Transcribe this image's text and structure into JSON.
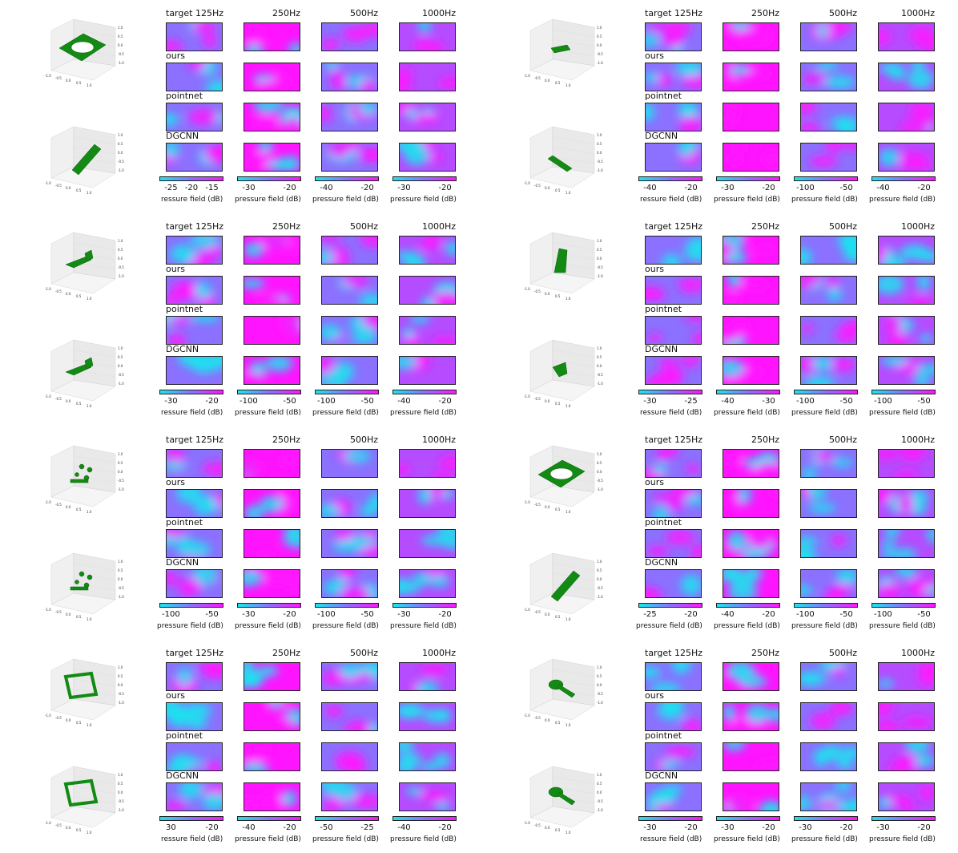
{
  "freq_headers": [
    "target 125Hz",
    "250Hz",
    "500Hz",
    "1000Hz"
  ],
  "row_labels": [
    "ours",
    "pointnet",
    "DGCNN"
  ],
  "colorbar_label": "pressure field (dB)",
  "colorbar_label_cut": "ressure field (dB)",
  "axis_ticks_z": [
    "1.0",
    "0.5",
    "0.0",
    "-0.5",
    "-1.0"
  ],
  "axis_ticks_x": [
    "-1.0",
    "-0.5",
    "0.0",
    "0.5",
    "1.0"
  ],
  "colors": {
    "cyan": "#19e6ee",
    "mid": "#8c70ff",
    "magenta": "#ff14ff",
    "shape": "#138a13"
  },
  "panels": [
    {
      "id": "p1",
      "shape": "plate_hole",
      "colorbars": [
        [
          "-25",
          "-20",
          "-15"
        ],
        [
          "-30",
          "-20"
        ],
        [
          "-40",
          "-20"
        ],
        [
          "-30",
          "-20"
        ]
      ],
      "cb_label_cut": true
    },
    {
      "id": "p2",
      "shape": "thin_plate",
      "colorbars": [
        [
          "-40",
          "-20"
        ],
        [
          "-30",
          "-20"
        ],
        [
          "-100",
          "-50"
        ],
        [
          "-40",
          "-20"
        ]
      ],
      "cb_label_cut": true
    },
    {
      "id": "p3",
      "shape": "bracket",
      "colorbars": [
        [
          "-30",
          "-20"
        ],
        [
          "-100",
          "-50"
        ],
        [
          "-100",
          "-50"
        ],
        [
          "-40",
          "-20"
        ]
      ],
      "cb_label_cut": true
    },
    {
      "id": "p4",
      "shape": "wedge",
      "colorbars": [
        [
          "-30",
          "-25"
        ],
        [
          "-40",
          "-30"
        ],
        [
          "-100",
          "-50"
        ],
        [
          "-100",
          "-50"
        ]
      ],
      "cb_label_cut": true
    },
    {
      "id": "p5",
      "shape": "scattered",
      "colorbars": [
        [
          "-100",
          "-50"
        ],
        [
          "-30",
          "-20"
        ],
        [
          "-100",
          "-50"
        ],
        [
          "-30",
          "-20"
        ]
      ],
      "cb_label_cut": false
    },
    {
      "id": "p6",
      "shape": "plate_hole",
      "colorbars": [
        [
          "-25",
          "-20"
        ],
        [
          "-40",
          "-20"
        ],
        [
          "-100",
          "-50"
        ],
        [
          "-100",
          "-50"
        ]
      ],
      "cb_label_cut": false
    },
    {
      "id": "p7",
      "shape": "frame",
      "colorbars": [
        [
          "30",
          "-20"
        ],
        [
          "-40",
          "-20"
        ],
        [
          "-50",
          "-25"
        ],
        [
          "-40",
          "-20"
        ]
      ],
      "cb_label_cut": true
    },
    {
      "id": "p8",
      "shape": "paddle",
      "colorbars": [
        [
          "-30",
          "-20"
        ],
        [
          "-30",
          "-20"
        ],
        [
          "-30",
          "-20"
        ],
        [
          "-30",
          "-20"
        ]
      ],
      "cb_label_cut": true
    }
  ]
}
